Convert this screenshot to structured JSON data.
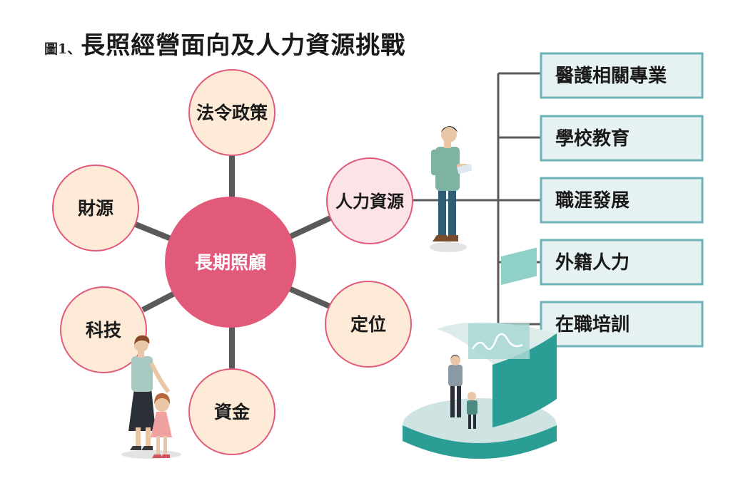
{
  "figure": {
    "label": "圖1、",
    "title": "長照經營面向及人力資源挑戰"
  },
  "center": {
    "label": "長期照顧"
  },
  "satellites": [
    {
      "id": "policy",
      "label": "法令政策"
    },
    {
      "id": "hr",
      "label": "人力資源"
    },
    {
      "id": "position",
      "label": "定位"
    },
    {
      "id": "capital",
      "label": "資金"
    },
    {
      "id": "tech",
      "label": "科技"
    },
    {
      "id": "finance",
      "label": "財源"
    }
  ],
  "hr_branches": [
    {
      "label": "醫護相關專業"
    },
    {
      "label": "學校教育"
    },
    {
      "label": "職涯發展"
    },
    {
      "label": "外籍人力"
    },
    {
      "label": "在職培訓"
    }
  ],
  "colors": {
    "center_fill": "#e15a7a",
    "satellite_fill": "#fdebd8",
    "satellite_stroke": "#e15a7a",
    "hr_fill": "#fbe3e6",
    "spoke": "#5a5a5a",
    "box_fill": "#e6f1f2",
    "box_stroke": "#6db3b8",
    "platform": "#2a9d95"
  },
  "illustrations": {
    "man_with_tablet": "person-with-tablet-illustration",
    "caregiver_with_child": "caregiver-with-child-illustration",
    "platform_scene": "training-platform-illustration"
  }
}
